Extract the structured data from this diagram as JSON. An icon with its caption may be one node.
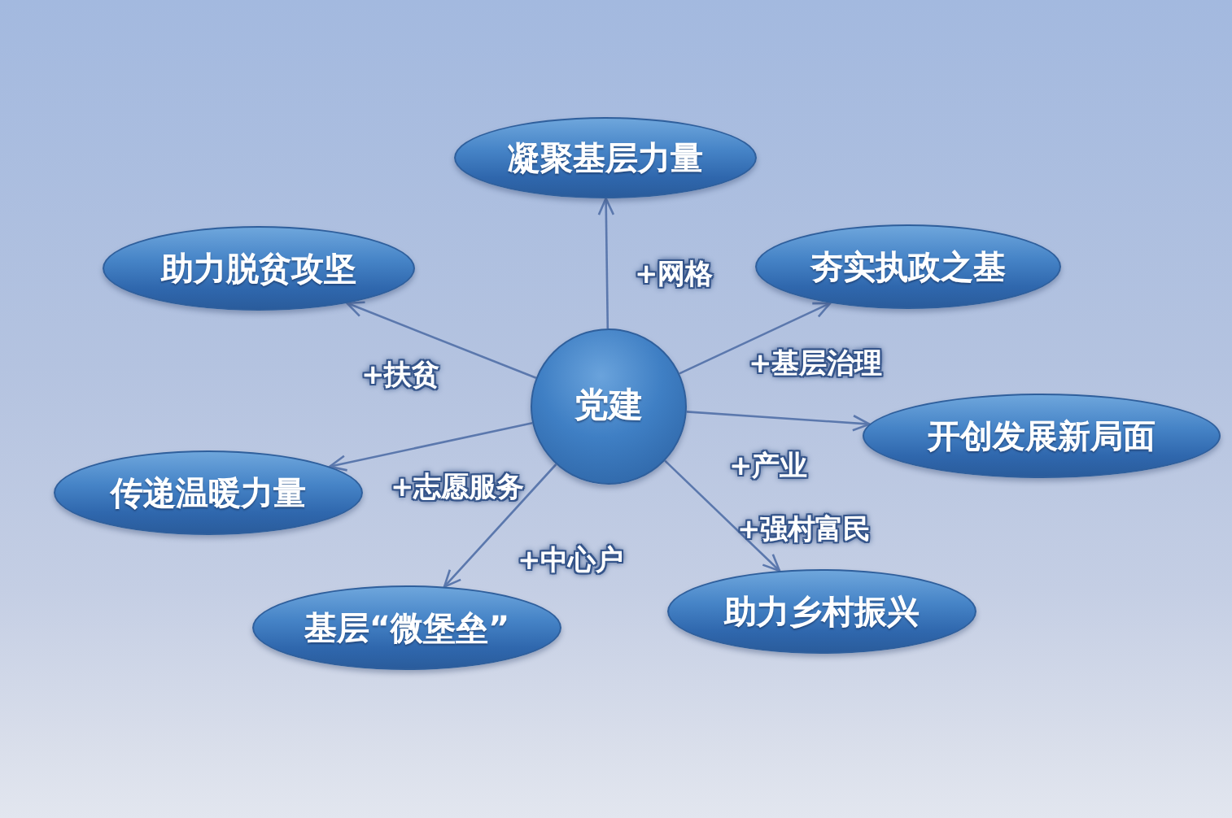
{
  "diagram": {
    "nodes": [
      {
        "text": [
          "凝聚基层力量"
        ]
      },
      {
        "text": [
          "助力脱贫攻坚"
        ]
      },
      {
        "text": [
          "夯实执政之基"
        ]
      },
      {
        "text": [
          "党建"
        ]
      },
      {
        "text": [
          "开创发展新局面"
        ]
      },
      {
        "text": [
          "传递温暖力量"
        ]
      },
      {
        "text": [
          "基层“微堡垒”"
        ]
      },
      {
        "text": [
          "助力乡村振兴"
        ]
      }
    ],
    "edges": [
      {
        "from": 3,
        "to": 0,
        "arrow": "to",
        "label": "+网格"
      },
      {
        "from": 3,
        "to": 2,
        "arrow": "to",
        "label": "+基层治理"
      },
      {
        "from": 3,
        "to": 4,
        "arrow": "to",
        "label": "+产业"
      },
      {
        "from": 3,
        "to": 7,
        "arrow": "to",
        "label": "+强村富民"
      },
      {
        "from": 3,
        "to": 6,
        "arrow": "to",
        "label": "+中心户"
      },
      {
        "from": 3,
        "to": 5,
        "arrow": "to",
        "label": "+志愿服务"
      },
      {
        "from": 3,
        "to": 1,
        "arrow": "to",
        "label": "+扶贫"
      }
    ]
  }
}
